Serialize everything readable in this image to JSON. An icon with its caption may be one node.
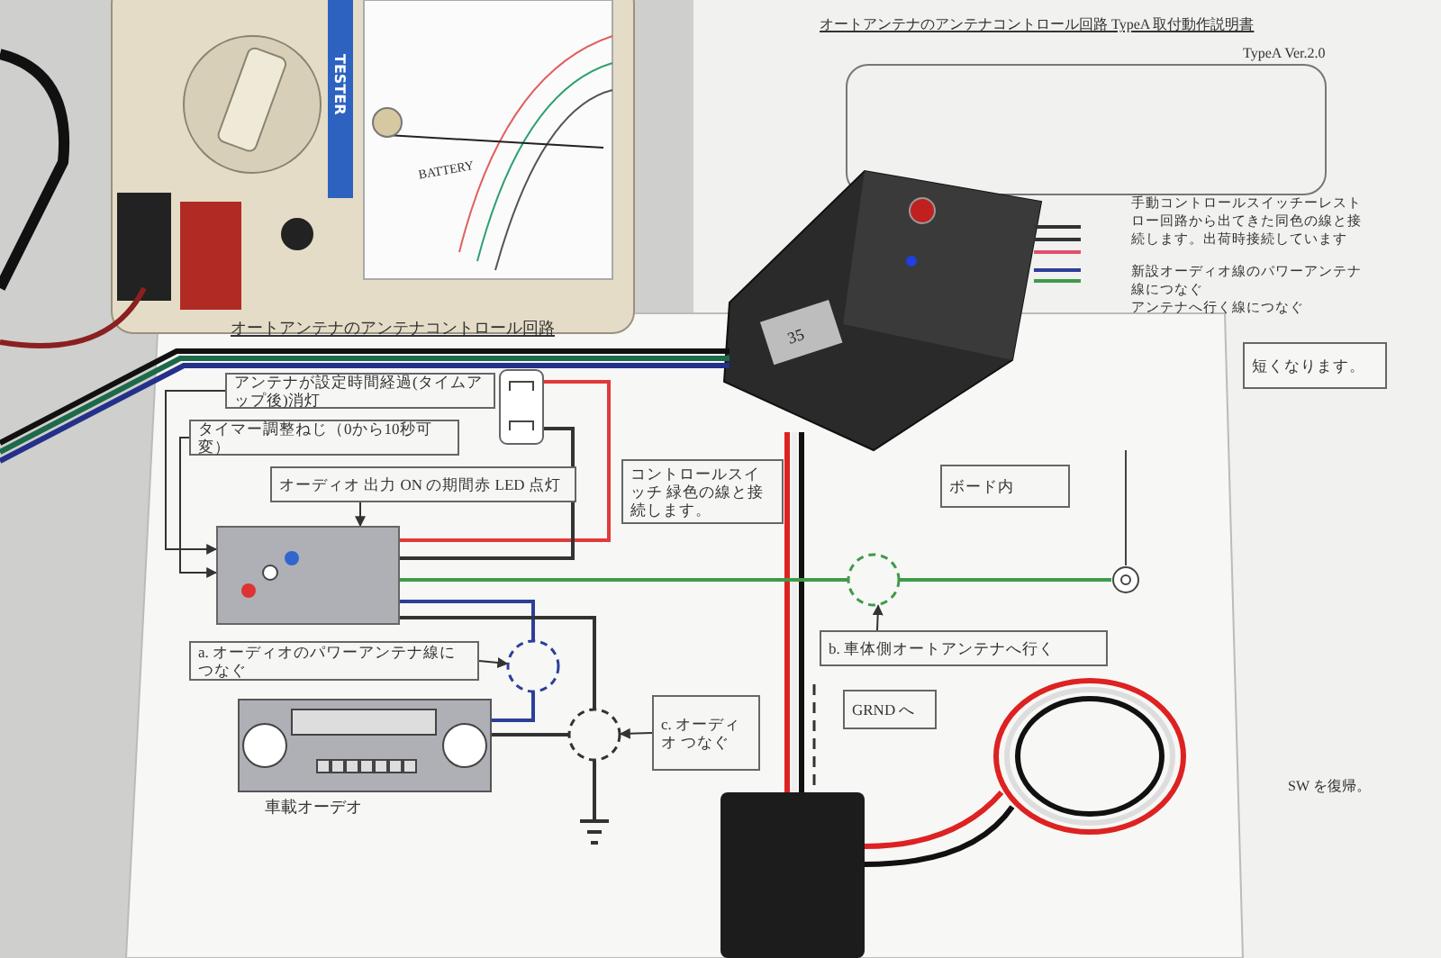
{
  "diagram": {
    "nodes": [
      {
        "text": [
          "アンテナが設定時間経過(タイムアップ後)消灯"
        ]
      },
      {
        "text": [
          "タイマー調整ねじ（0から10秒可変）"
        ]
      },
      {
        "text": [
          "オーディオ 出力 ON の期間赤 LED 点灯"
        ]
      },
      {
        "text": [],
        "shape": "box"
      },
      {
        "text": [
          "a. オーディオのパワーアンテナ線につなぐ"
        ]
      },
      {
        "text": [],
        "shape": "box",
        "beside": [
          "車載オーデオ"
        ]
      },
      {
        "text": [
          "c. オーディオ つなぐ"
        ]
      },
      {
        "text": [
          "b. 車体側オートアンテナへ行く"
        ]
      },
      {
        "text": [
          "GRND へ"
        ]
      },
      {
        "text": [
          "ボード内"
        ]
      },
      {
        "text": [
          "コントロールスイッチ 緑色の線と接続します。"
        ]
      },
      {
        "text": [],
        "shape": "circle"
      },
      {
        "text": [],
        "shape": "circle"
      },
      {
        "text": [],
        "shape": "circle"
      },
      {
        "text": [],
        "shape": "box"
      },
      {
        "text": [],
        "shape": "circle"
      },
      {
        "text": [],
        "shape": "ground"
      },
      {
        "text": [
          "短くなります。"
        ]
      }
    ],
    "edges": [
      {
        "from": 0,
        "to": 3,
        "arrow": "to"
      },
      {
        "from": 1,
        "to": 3,
        "arrow": "to"
      },
      {
        "from": 2,
        "to": 3,
        "arrow": "to"
      },
      {
        "from": 3,
        "to": 14,
        "arrow": "none",
        "color": "#e03a3a"
      },
      {
        "from": 3,
        "to": 14,
        "arrow": "none"
      },
      {
        "from": 3,
        "to": 13,
        "arrow": "none",
        "color": "#3f9a4a"
      },
      {
        "from": 13,
        "to": 15,
        "arrow": "none",
        "color": "#3f9a4a"
      },
      {
        "from": 3,
        "to": 11,
        "arrow": "none",
        "color": "#2c3f9a"
      },
      {
        "from": 5,
        "to": 11,
        "arrow": "none",
        "color": "#2c3f9a"
      },
      {
        "from": 3,
        "to": 12,
        "arrow": "none"
      },
      {
        "from": 5,
        "to": 12,
        "arrow": "none"
      },
      {
        "from": 12,
        "to": 16,
        "arrow": "none"
      },
      {
        "from": 4,
        "to": 11,
        "arrow": "to"
      },
      {
        "from": 6,
        "to": 12,
        "arrow": "to"
      },
      {
        "from": 7,
        "to": 13,
        "arrow": "to"
      }
    ],
    "labels": [
      "オートアンテナのアンテナコントロール回路",
      "オートアンテナのアンテナコントロール回路 TypeA 取付動作説明書",
      "TypeA Ver.2.0",
      "手動コントロールスイッチーレストロー回路から出てきた同色の線と接続します。出荷時接続しています",
      "新設オーディオ線のパワーアンテナ線につなぐ",
      "アンテナへ行く線につなぐ",
      "SW を復帰。",
      "35",
      "TESTER",
      "BATTERY"
    ]
  }
}
